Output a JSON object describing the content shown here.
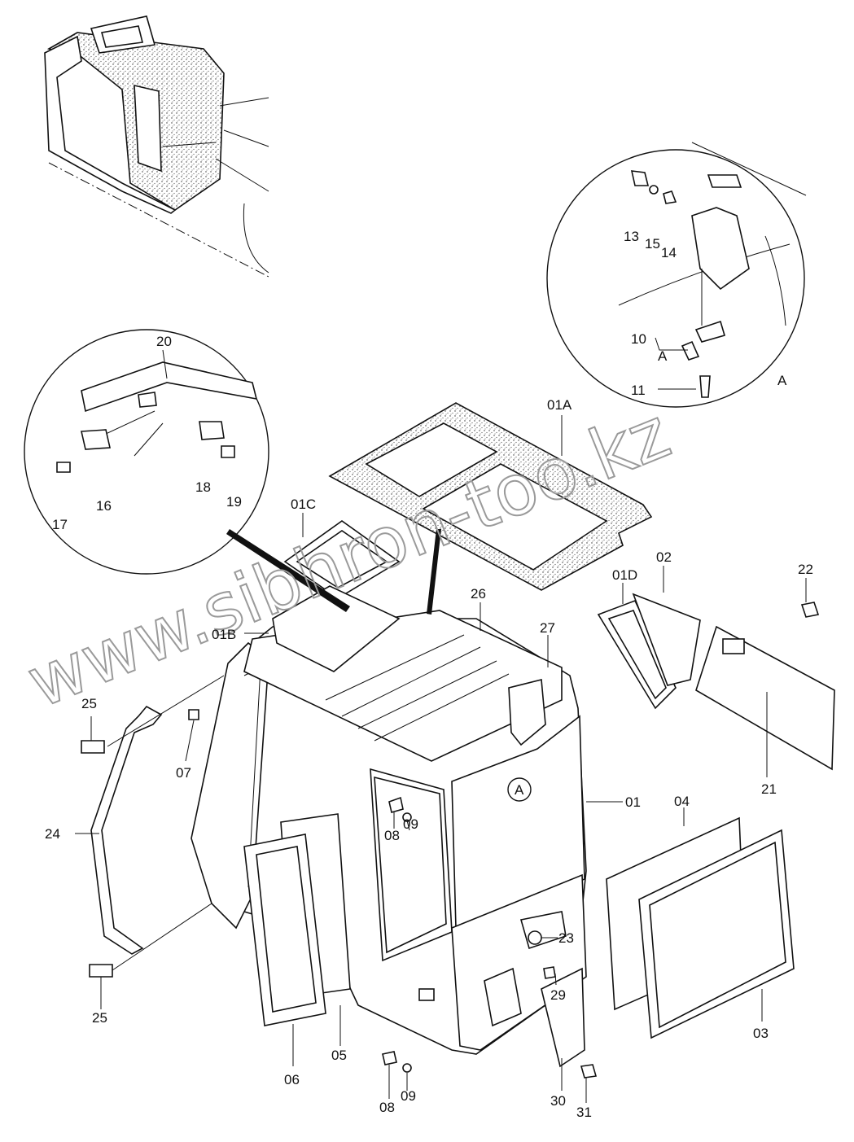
{
  "watermark": "www.sibhron-too.kz",
  "detail_marker": "A",
  "labels": {
    "p01": "01",
    "p01A": "01A",
    "p01B": "01B",
    "p01C": "01C",
    "p01D": "01D",
    "p02": "02",
    "p03": "03",
    "p04": "04",
    "p05": "05",
    "p06": "06",
    "p07": "07",
    "p08a": "08",
    "p08b": "08",
    "p09a": "09",
    "p09b": "09",
    "p10": "10",
    "p11": "11",
    "p13": "13",
    "p14": "14",
    "p15": "15",
    "p16": "16",
    "p17": "17",
    "p18": "18",
    "p19": "19",
    "p20": "20",
    "p21": "21",
    "p22": "22",
    "p23": "23",
    "p24": "24",
    "p25a": "25",
    "p25b": "25",
    "p26": "26",
    "p27": "27",
    "p29": "29",
    "p30": "30",
    "p31": "31",
    "pA1": "A",
    "pA2": "A"
  }
}
